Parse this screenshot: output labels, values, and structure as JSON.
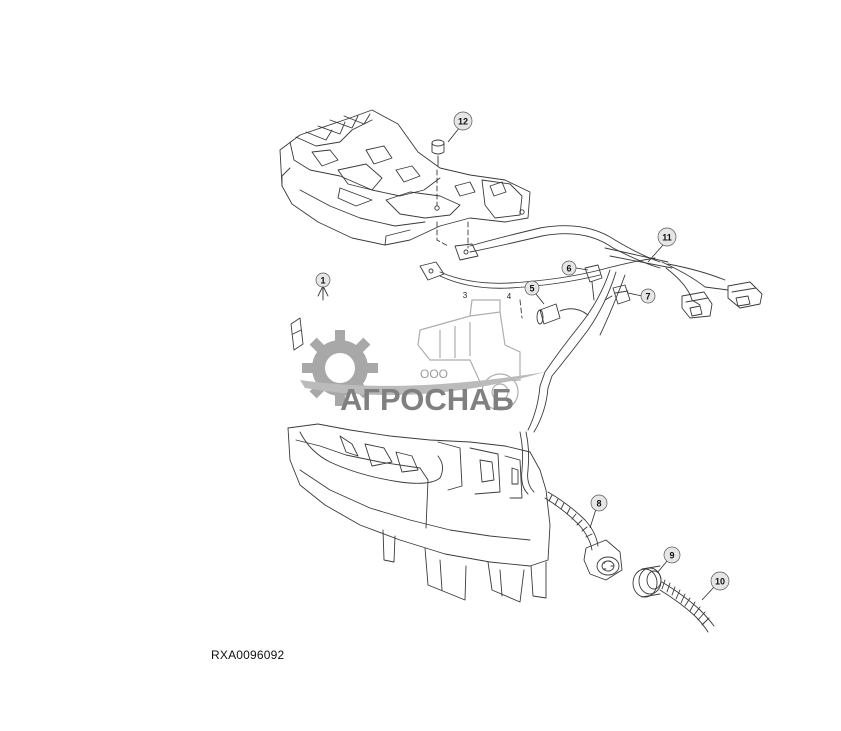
{
  "drawing_id": "RXA0096092",
  "watermark": {
    "line1": "ООО",
    "line2": "АГРОСНАБ"
  },
  "callouts": [
    {
      "key": "c1",
      "label": "1"
    },
    {
      "key": "c3",
      "label": "3"
    },
    {
      "key": "c4",
      "label": "4"
    },
    {
      "key": "c5",
      "label": "5"
    },
    {
      "key": "c6",
      "label": "6"
    },
    {
      "key": "c7",
      "label": "7"
    },
    {
      "key": "c8",
      "label": "8"
    },
    {
      "key": "c9",
      "label": "9"
    },
    {
      "key": "c10",
      "label": "10"
    },
    {
      "key": "c11",
      "label": "11"
    },
    {
      "key": "c12",
      "label": "12"
    }
  ],
  "colors": {
    "line": "#3a3a3a",
    "light": "#9a9a9a",
    "bubble_fill": "#e6e6e6",
    "watermark": "#8c8c8c"
  }
}
